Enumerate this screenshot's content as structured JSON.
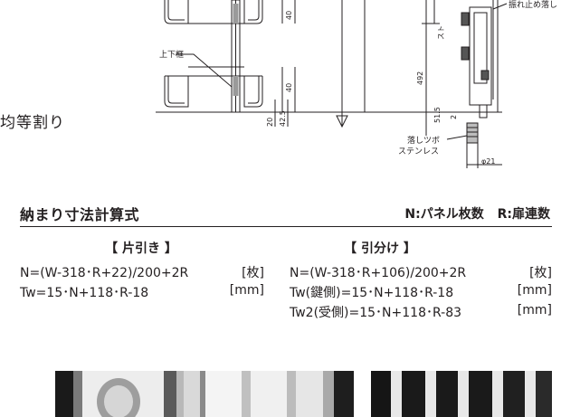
{
  "drawing": {
    "labels": {
      "rail": "上下框",
      "anti_lift": "振れ止め落し",
      "dropbolt_1": "落しツボ",
      "dropbolt_2": "ステンレス",
      "stroke": "スト",
      "phi": "φ21"
    },
    "dims": {
      "d40a": "40",
      "d40b": "40",
      "d20": "20",
      "d425": "42.5",
      "d492": "492",
      "d515": "51.5",
      "d2": "2"
    }
  },
  "side_label": "均等割り",
  "section": {
    "title": "納まり寸法計算式",
    "legend_n": "N:パネル枚数",
    "legend_r": "R:扉連数"
  },
  "left_col": {
    "heading": "【 片引き 】",
    "rows": [
      {
        "formula": "N=(W-318･R+22)/200+2R",
        "unit": "[枚]"
      },
      {
        "formula": "Tw=15･N+118･R-18",
        "unit": "[mm]"
      }
    ]
  },
  "right_col": {
    "heading": "【 引分け 】",
    "rows": [
      {
        "formula": "N=(W-318･R+106)/200+2R",
        "unit": "[枚]"
      },
      {
        "formula": "Tw(鍵側)=15･N+118･R-18",
        "unit": "[mm]"
      },
      {
        "formula": "Tw2(受側)=15･N+118･R-83",
        "unit": "[mm]"
      }
    ]
  },
  "colors": {
    "ink": "#231f20",
    "photo_dark": "#1a1a1a",
    "photo_light": "#e8e8e8"
  }
}
